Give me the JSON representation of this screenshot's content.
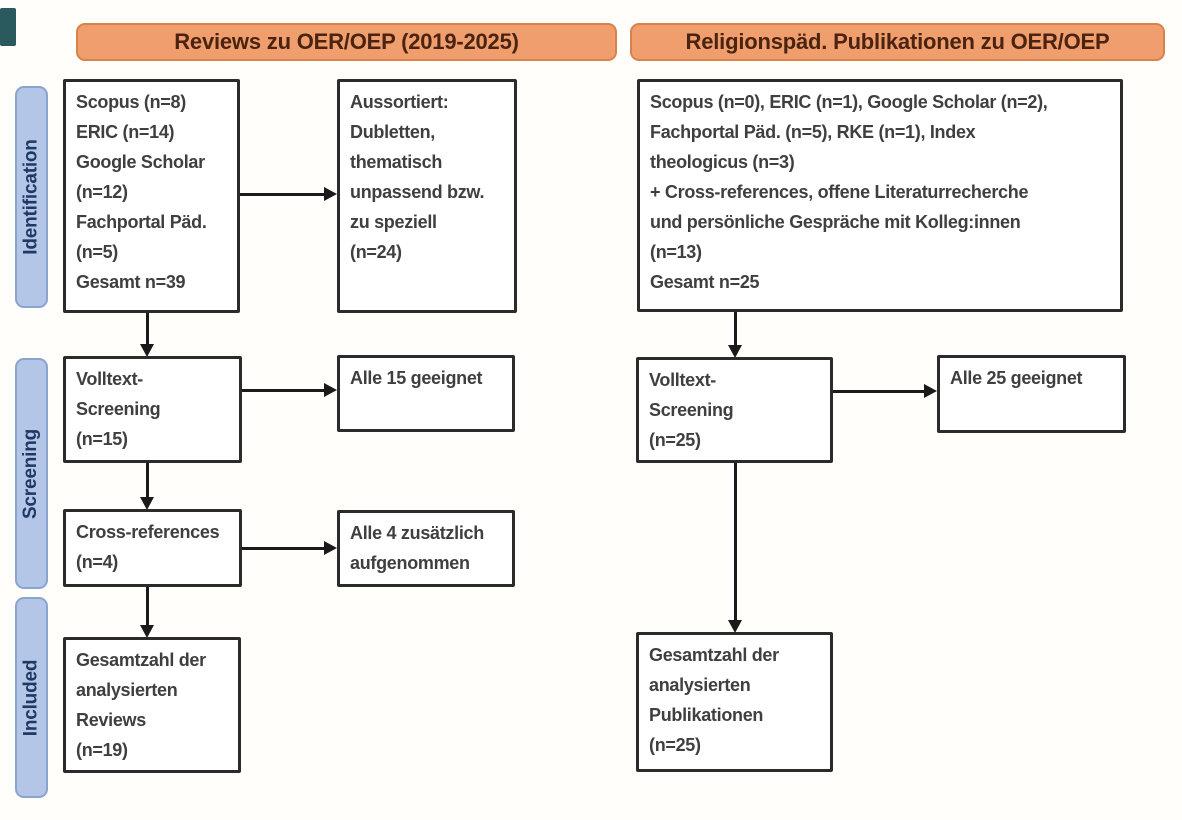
{
  "diagram": {
    "title": "PRISMA-style literature flow diagram",
    "column_headers": {
      "left": "Reviews zu OER/OEP (2019-2025)",
      "right": "Religionspäd. Publikationen zu OER/OEP"
    },
    "stage_labels": [
      "Identification",
      "Screening",
      "Included"
    ],
    "nodes": {
      "left_sources": "Scopus (n=8)\nERIC (n=14)\nGoogle Scholar\n(n=12)\nFachportal Päd.\n(n=5)\nGesamt n=39",
      "left_excluded": "Aussortiert:\nDubletten,\nthematisch\nunpassend bzw.\nzu speziell\n(n=24)",
      "left_fulltext": "Volltext-\nScreening\n(n=15)",
      "left_fulltext_result": "Alle 15 geeignet",
      "left_crossref": "Cross-references\n(n=4)",
      "left_crossref_result": "Alle 4 zusätzlich\naufgenommen",
      "left_included": "Gesamtzahl der\nanalysierten\nReviews\n(n=19)",
      "right_sources": "Scopus (n=0), ERIC (n=1), Google Scholar (n=2),\nFachportal Päd. (n=5), RKE (n=1), Index\ntheologicus (n=3)\n+ Cross-references, offene Literaturrecherche\nund persönliche Gespräche mit Kolleg:innen\n(n=13)\nGesamt n=25",
      "right_fulltext": "Volltext-\nScreening\n(n=25)",
      "right_fulltext_result": "Alle 25 geeignet",
      "right_included": "Gesamtzahl der\nanalysierten\nPublikationen\n(n=25)"
    },
    "colors": {
      "header_fill": "#F09E6E",
      "header_border": "#D8824B",
      "header_text": "#4A2410",
      "stage_fill": "#B3C6E7",
      "stage_border": "#8AA4CE",
      "stage_text": "#1F3864",
      "box_border": "#2B2B2B",
      "box_text": "#3F3F3F",
      "arrow": "#1A1A1A",
      "corner_mark": "#2B5A5E"
    }
  }
}
